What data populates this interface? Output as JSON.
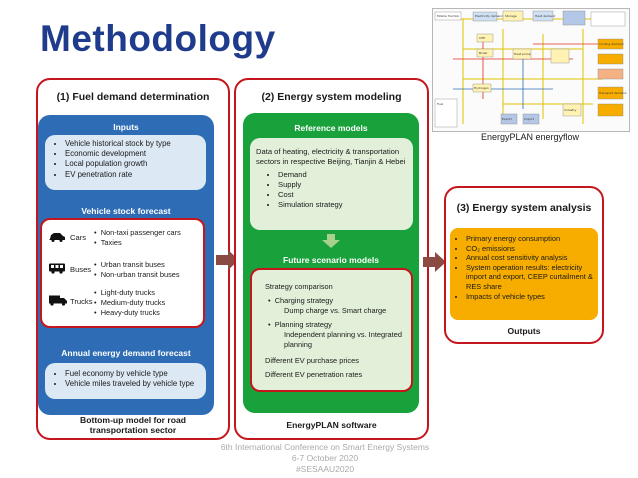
{
  "title": "Methodology",
  "flow_image": {
    "caption": "EnergyPLAN energyflow",
    "node_labels": [
      "Mobile fraction",
      "Electricity demand",
      "Storage",
      "Heat demand",
      "CHP",
      "Boiler",
      "Heat pump",
      "Cooling demand",
      "Transport demand",
      "Industry",
      "Export",
      "Import",
      "Hydrogen",
      "Fuel"
    ]
  },
  "panel1": {
    "heading": "(1) Fuel demand determination",
    "inputs": {
      "heading": "Inputs",
      "items": [
        "Vehicle historical stock by type",
        "Economic development",
        "Local population growth",
        "EV penetration rate"
      ]
    },
    "stock": {
      "heading": "Vehicle stock forecast",
      "groups": [
        {
          "label": "Cars",
          "icon": "car-icon",
          "items": [
            "Non-taxi passenger cars",
            "Taxies"
          ]
        },
        {
          "label": "Buses",
          "icon": "bus-icon",
          "items": [
            "Urban transit buses",
            "Non-urban transit buses"
          ]
        },
        {
          "label": "Trucks",
          "icon": "truck-icon",
          "items": [
            "Light-duty trucks",
            "Medium-duty trucks",
            "Heavy-duty trucks"
          ]
        }
      ]
    },
    "annual": {
      "heading": "Annual energy demand forecast",
      "items": [
        "Fuel economy by vehicle type",
        "Vehicle miles traveled by vehicle type"
      ]
    },
    "footer_line1": "Bottom-up model for road",
    "footer_line2": "transportation sector"
  },
  "panel2": {
    "heading": "(2) Energy system modeling",
    "reference": {
      "heading": "Reference models",
      "intro": "Data of heating, electricity & transportation sectors in respective Beijing, Tianjin & Hebei",
      "items": [
        "Demand",
        "Supply",
        "Cost",
        "Simulation strategy"
      ]
    },
    "future": {
      "heading": "Future scenario models",
      "strategy_heading": "Strategy comparison",
      "charging_title": "Charging strategy",
      "charging_detail": "Dump charge vs. Smart charge",
      "planning_title": "Planning strategy",
      "planning_detail": "Independent planning vs. Integrated planning",
      "extra1": "Different EV purchase prices",
      "extra2": "Different EV penetration rates"
    },
    "footer": "EnergyPLAN software"
  },
  "panel3": {
    "heading": "(3) Energy system analysis",
    "items": [
      "Primary energy consumption",
      "CO₂ emissions",
      "Annual cost sensitivity analysis",
      "System operation results: electricity import and export, CEEP curtailment & RES share",
      "Impacts of vehicle types"
    ],
    "footer": "Outputs"
  },
  "conference": {
    "line1": "6th International Conference on Smart Energy Systems",
    "line2": "6-7 October 2020",
    "line3": "#SESAAU2020"
  },
  "colors": {
    "title": "#1f3c8c",
    "border_red": "#c4161c",
    "blue": "#2e6db5",
    "green": "#19a23b",
    "orange": "#f7ad00",
    "arrow": "#8b4a42"
  }
}
